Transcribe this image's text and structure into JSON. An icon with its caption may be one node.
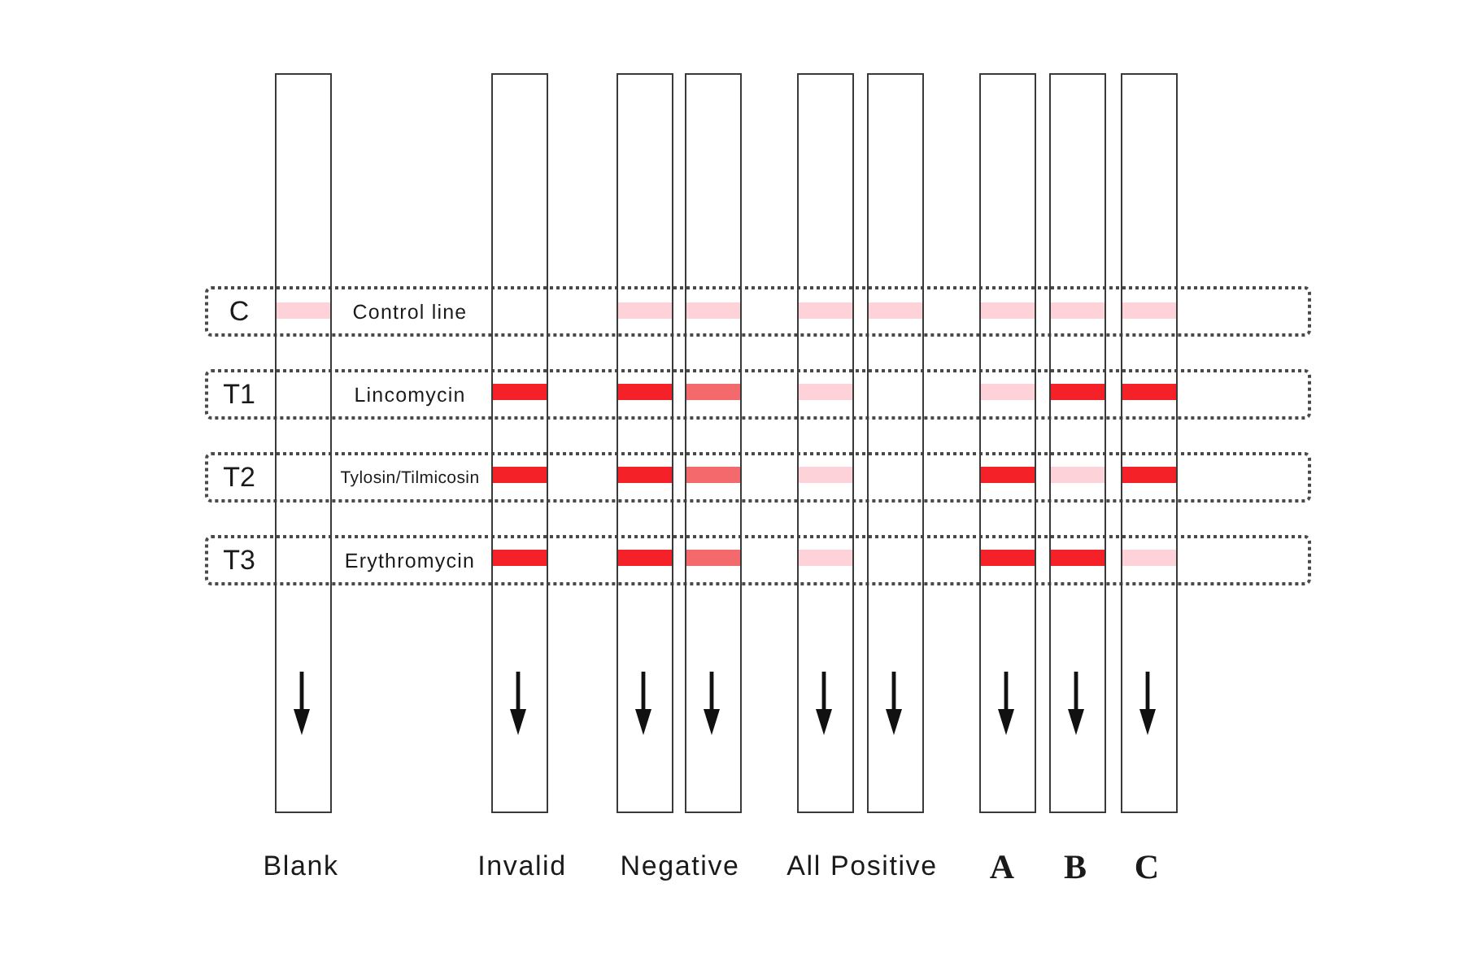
{
  "diagram": {
    "nodes": [
      {
        "text": [],
        "shape": "box"
      },
      {
        "text": [],
        "shape": "box"
      },
      {
        "text": [],
        "shape": "box"
      },
      {
        "text": [],
        "shape": "box"
      },
      {
        "text": [],
        "shape": "box"
      },
      {
        "text": [],
        "shape": "box"
      },
      {
        "text": [],
        "shape": "box"
      },
      {
        "text": [],
        "shape": "box"
      },
      {
        "text": [],
        "shape": "box"
      },
      {
        "text": [
          "C",
          "Control line"
        ]
      },
      {
        "text": [
          "T1",
          "Lincomycin"
        ]
      },
      {
        "text": [
          "T2",
          "Tylosin/Tilmicosin"
        ]
      },
      {
        "text": [
          "T3",
          "Erythromycin"
        ]
      }
    ],
    "labels": [
      "Blank",
      "Invalid",
      "Negative",
      "All Positive",
      "A",
      "B",
      "C"
    ]
  }
}
